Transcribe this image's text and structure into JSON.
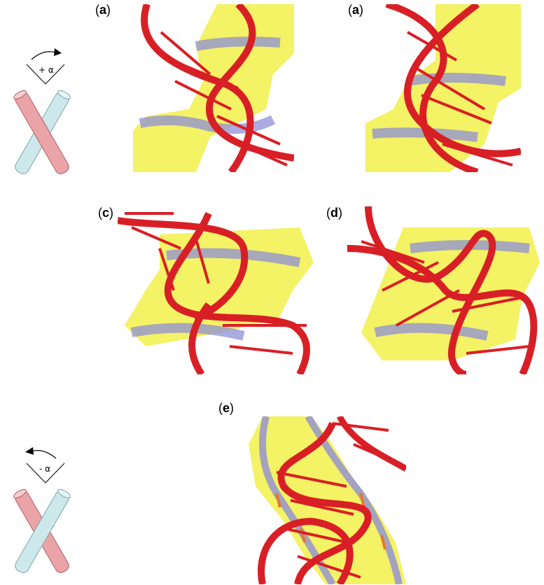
{
  "panels": [
    {
      "id": "a1",
      "label_open": "(",
      "label_letter": "a",
      "label_close": ")"
    },
    {
      "id": "a2",
      "label_open": "(",
      "label_letter": "a",
      "label_close": ")"
    },
    {
      "id": "c",
      "label_open": "(",
      "label_letter": "c",
      "label_close": ")"
    },
    {
      "id": "d",
      "label_open": "(",
      "label_letter": "d",
      "label_close": ")"
    },
    {
      "id": "e",
      "label_open": "(",
      "label_letter": "e",
      "label_close": ")"
    }
  ],
  "schematics": {
    "top": {
      "angle_label": "+ α",
      "rotation": "clockwise"
    },
    "bottom": {
      "angle_label": "- α",
      "rotation": "counterclockwise"
    }
  },
  "colors": {
    "dna_backbone": "#d91f26",
    "surface_yellow": "#f2f04a",
    "surface_blue": "#8e8fd6",
    "cylinder_pink": "#eaa3a6",
    "cylinder_cyan": "#cde8ea",
    "phosphate_orange": "#e8762b"
  }
}
